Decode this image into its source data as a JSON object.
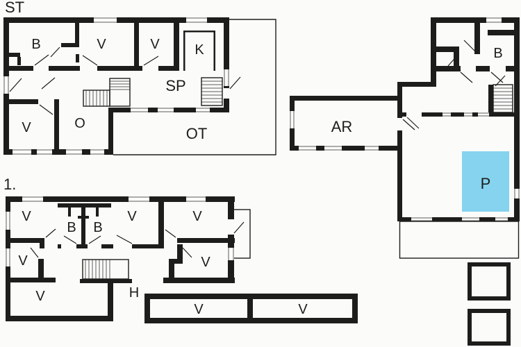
{
  "colors": {
    "wall": "#1d1d1b",
    "background": "#fbfbf9",
    "pool": "#85d3ef",
    "pool_text": "#1d3350"
  },
  "ground_floor": {
    "label": "ST",
    "rooms": {
      "b": "B",
      "v1": "V",
      "v2": "V",
      "k": "K",
      "sp": "SP",
      "o": "O",
      "v3": "V",
      "terrace": "OT"
    }
  },
  "pool_house": {
    "rooms": {
      "b": "B",
      "ar": "AR",
      "pool": "P"
    }
  },
  "first_floor": {
    "label": "1.",
    "rooms": {
      "v1": "V",
      "b1": "B",
      "b2": "B",
      "v2": "V",
      "v3": "V",
      "v4": "V",
      "v5": "V",
      "v6": "V",
      "hall": "H"
    }
  },
  "garden_annex": {
    "rooms": {
      "v1": "V",
      "v2": "V"
    }
  }
}
